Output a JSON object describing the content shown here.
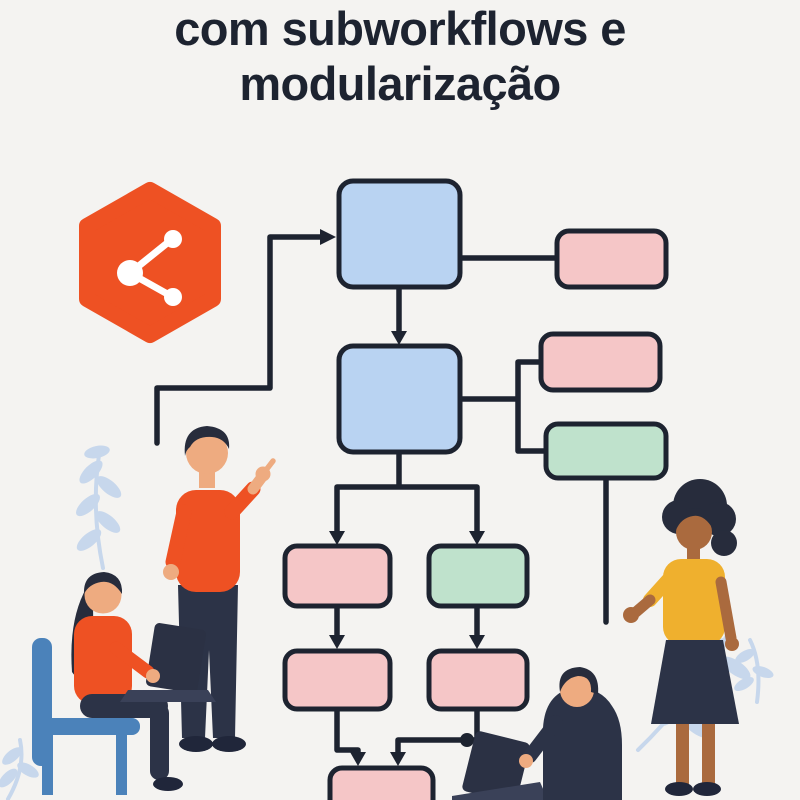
{
  "header": {
    "line1": "com subworkflows e",
    "line2": "modularização"
  },
  "logo": {
    "name": "share-nodes-hexagon-icon",
    "shape": "hexagon",
    "glyph": "share-nodes"
  },
  "diagram": {
    "type": "flowchart",
    "nodes": [
      {
        "id": "main-step-1",
        "color": "blue"
      },
      {
        "id": "side-note-1",
        "color": "pink"
      },
      {
        "id": "main-step-2",
        "color": "blue"
      },
      {
        "id": "side-note-2",
        "color": "pink"
      },
      {
        "id": "side-note-3",
        "color": "green"
      },
      {
        "id": "branch-left-1",
        "color": "pink"
      },
      {
        "id": "branch-right-1",
        "color": "green"
      },
      {
        "id": "branch-left-2",
        "color": "pink"
      },
      {
        "id": "branch-right-2",
        "color": "pink"
      },
      {
        "id": "end-step",
        "color": "pink"
      }
    ],
    "edges": [
      "entry → main-step-1",
      "main-step-1 → side-note-1",
      "main-step-1 → main-step-2",
      "main-step-2 → side-note-2",
      "main-step-2 → side-note-3",
      "main-step-2 → branch-left-1",
      "main-step-2 → branch-right-1",
      "branch-left-1 → branch-left-2",
      "branch-right-1 → branch-right-2",
      "branch-left-2 → end-step",
      "branch-right-2 → end-step"
    ]
  },
  "illustration": {
    "people": [
      "standing-man-pointing",
      "sitting-woman-laptop",
      "standing-woman-gesturing",
      "sitting-man-laptop"
    ],
    "decor": [
      "leaf-branch-left",
      "leaf-branch-right",
      "leaf-branch-corner"
    ]
  },
  "palette": {
    "background": "#f4f3f1",
    "ink": "#1d2330",
    "node_blue": "#b9d3f2",
    "node_pink": "#f5c6c7",
    "node_green": "#bfe2cc",
    "orange": "#ee5123",
    "yellow": "#efb02e",
    "navy": "#2c3347",
    "chair_blue": "#4b82ba",
    "leaf": "#c7d7ec",
    "skin_light": "#eeab80",
    "skin_dark": "#aa6a3e",
    "hair_dark": "#272c3c",
    "laptop": "#2b3144",
    "shoe": "#20263a"
  }
}
